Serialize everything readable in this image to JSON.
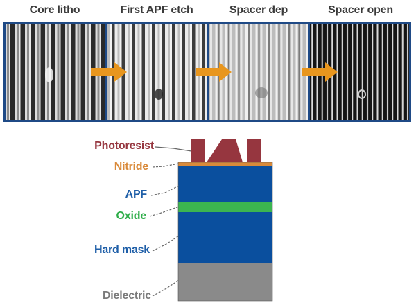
{
  "steps": [
    {
      "label": "Core litho"
    },
    {
      "label": "First APF etch"
    },
    {
      "label": "Spacer dep"
    },
    {
      "label": "Spacer open"
    }
  ],
  "stack": {
    "layers": [
      {
        "label": "Photoresist",
        "color": "#9b3a44"
      },
      {
        "label": "Nitride",
        "color": "#d98a3a"
      },
      {
        "label": "APF",
        "color": "#1f5fa8"
      },
      {
        "label": "Oxide",
        "color": "#2fae4a"
      },
      {
        "label": "Hard mask",
        "color": "#1f5fa8"
      },
      {
        "label": "Dielectric",
        "color": "#8a8a8a"
      }
    ]
  },
  "colors": {
    "arrow": "#e8961e",
    "frame": "#1f4a86",
    "layer_blue": "#0a4f9e",
    "layer_green": "#3cb550",
    "layer_gray": "#8a8a8a",
    "layer_nitride": "#d98a3a",
    "layer_resist": "#96363f"
  }
}
